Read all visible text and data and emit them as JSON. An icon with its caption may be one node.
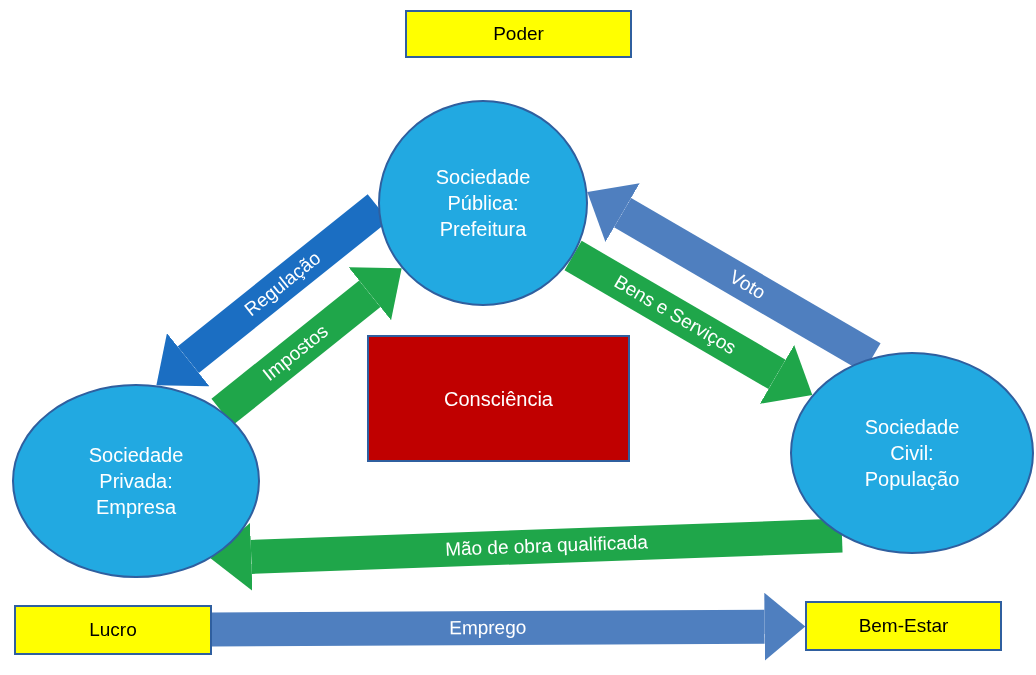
{
  "diagram": {
    "nodes": [
      {
        "text": [
          "Poder"
        ]
      },
      {
        "text": [
          "Sociedade Pública: Prefeitura"
        ]
      },
      {
        "text": [
          "Consciência"
        ]
      },
      {
        "text": [
          "Sociedade Privada: Empresa"
        ]
      },
      {
        "text": [
          "Sociedade Civil: População"
        ]
      },
      {
        "text": [
          "Lucro"
        ]
      },
      {
        "text": [
          "Bem-Estar"
        ]
      }
    ],
    "edges": [
      {
        "from": 1,
        "to": 3,
        "arrow": "to",
        "label": "Regulação",
        "color": "#1b6ec2"
      },
      {
        "from": 3,
        "to": 1,
        "arrow": "to",
        "label": "Impostos",
        "color": "#1fa64a"
      },
      {
        "from": 1,
        "to": 4,
        "arrow": "to",
        "label": "Bens e Serviços",
        "color": "#1fa64a"
      },
      {
        "from": 4,
        "to": 1,
        "arrow": "to",
        "label": "Voto",
        "color": "#4f7fbf"
      },
      {
        "from": 4,
        "to": 3,
        "arrow": "to",
        "label": "Mão de obra qualificada",
        "color": "#1fa64a"
      },
      {
        "from": 5,
        "to": 6,
        "arrow": "to",
        "label": "Emprego",
        "color": "#4f7fbf"
      }
    ]
  }
}
